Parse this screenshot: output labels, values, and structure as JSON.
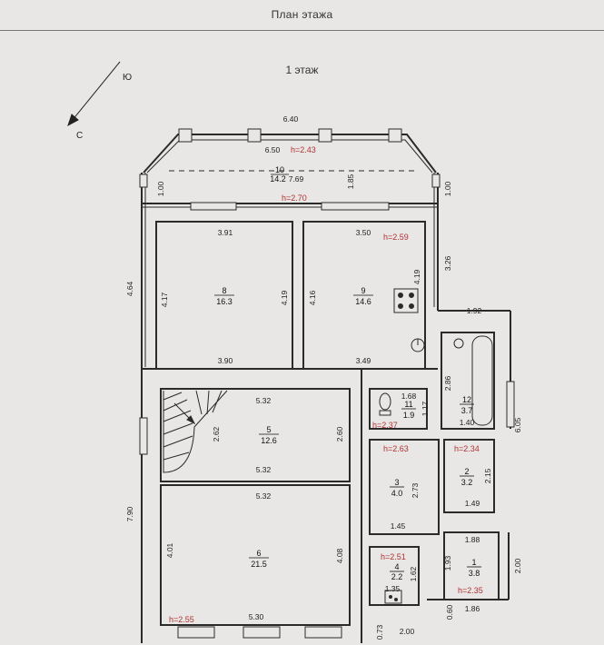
{
  "header": {
    "title": "План этажа",
    "floor": "1 этаж"
  },
  "compass": {
    "south": "Ю",
    "north": "С"
  },
  "colors": {
    "wall": "#2a2a2a",
    "height": "#b03232",
    "paper": "#e9e7e6"
  },
  "rooms": {
    "r1": {
      "num": "1",
      "area": "3.8"
    },
    "r2": {
      "num": "2",
      "area": "3.2"
    },
    "r3": {
      "num": "3",
      "area": "4.0"
    },
    "r4": {
      "num": "4",
      "area": "2.2"
    },
    "r5": {
      "num": "5",
      "area": "12.6"
    },
    "r6": {
      "num": "6",
      "area": "21.5"
    },
    "r8": {
      "num": "8",
      "area": "16.3"
    },
    "r9": {
      "num": "9",
      "area": "14.6"
    },
    "r10": {
      "num": "10",
      "area": "14.2"
    },
    "r11": {
      "num": "11",
      "area": "1.9"
    },
    "r12": {
      "num": "12",
      "area": "3.7"
    }
  },
  "heights": {
    "h_bay": "h=2.43",
    "h_top": "h=2.70",
    "h_r9": "h=2.59",
    "h_r11": "h=2.37",
    "h_r3": "h=2.63",
    "h_r2": "h=2.34",
    "h_r4": "h=2.51",
    "h_r1": "h=2.35",
    "h_r6": "h=2.55"
  },
  "dims": {
    "d640": "6.40",
    "d650": "6.50",
    "d769": "7.69",
    "d185": "1.85",
    "d100a": "1.00",
    "d100b": "1.00",
    "d391": "3.91",
    "d350": "3.50",
    "d326": "3.26",
    "d464": "4.64",
    "d417": "4.17",
    "d419a": "4.19",
    "d416": "4.16",
    "d419b": "4.19",
    "d192": "1.92",
    "d390": "3.90",
    "d349": "3.49",
    "d286": "2.86",
    "d168": "1.68",
    "d117": "1.17",
    "d140": "1.40",
    "d605": "6.05",
    "d532a": "5.32",
    "d262": "2.62",
    "d260": "2.60",
    "d532b": "5.32",
    "d273": "2.73",
    "d215": "2.15",
    "d149": "1.49",
    "d532c": "5.32",
    "d790": "7.90",
    "d401": "4.01",
    "d408": "4.08",
    "d145": "1.45",
    "d188": "1.88",
    "d162": "1.62",
    "d193": "1.93",
    "d200a": "2.00",
    "d135": "1.35",
    "d530": "5.30",
    "d073": "0.73",
    "d200b": "2.00",
    "d060": "0.60",
    "d186": "1.86"
  }
}
